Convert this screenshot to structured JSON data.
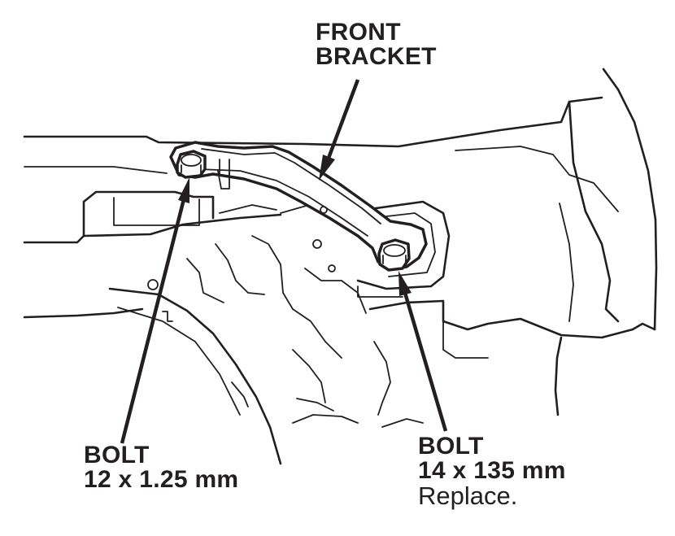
{
  "labels": {
    "front_bracket": {
      "line1": "FRONT",
      "line2": "BRACKET"
    },
    "bolt_left": {
      "name": "BOLT",
      "size": "12 x 1.25 mm"
    },
    "bolt_right": {
      "name": "BOLT",
      "size": "14 x 135 mm",
      "note": "Replace."
    }
  },
  "colors": {
    "ink": "#231f20",
    "background": "#ffffff"
  }
}
